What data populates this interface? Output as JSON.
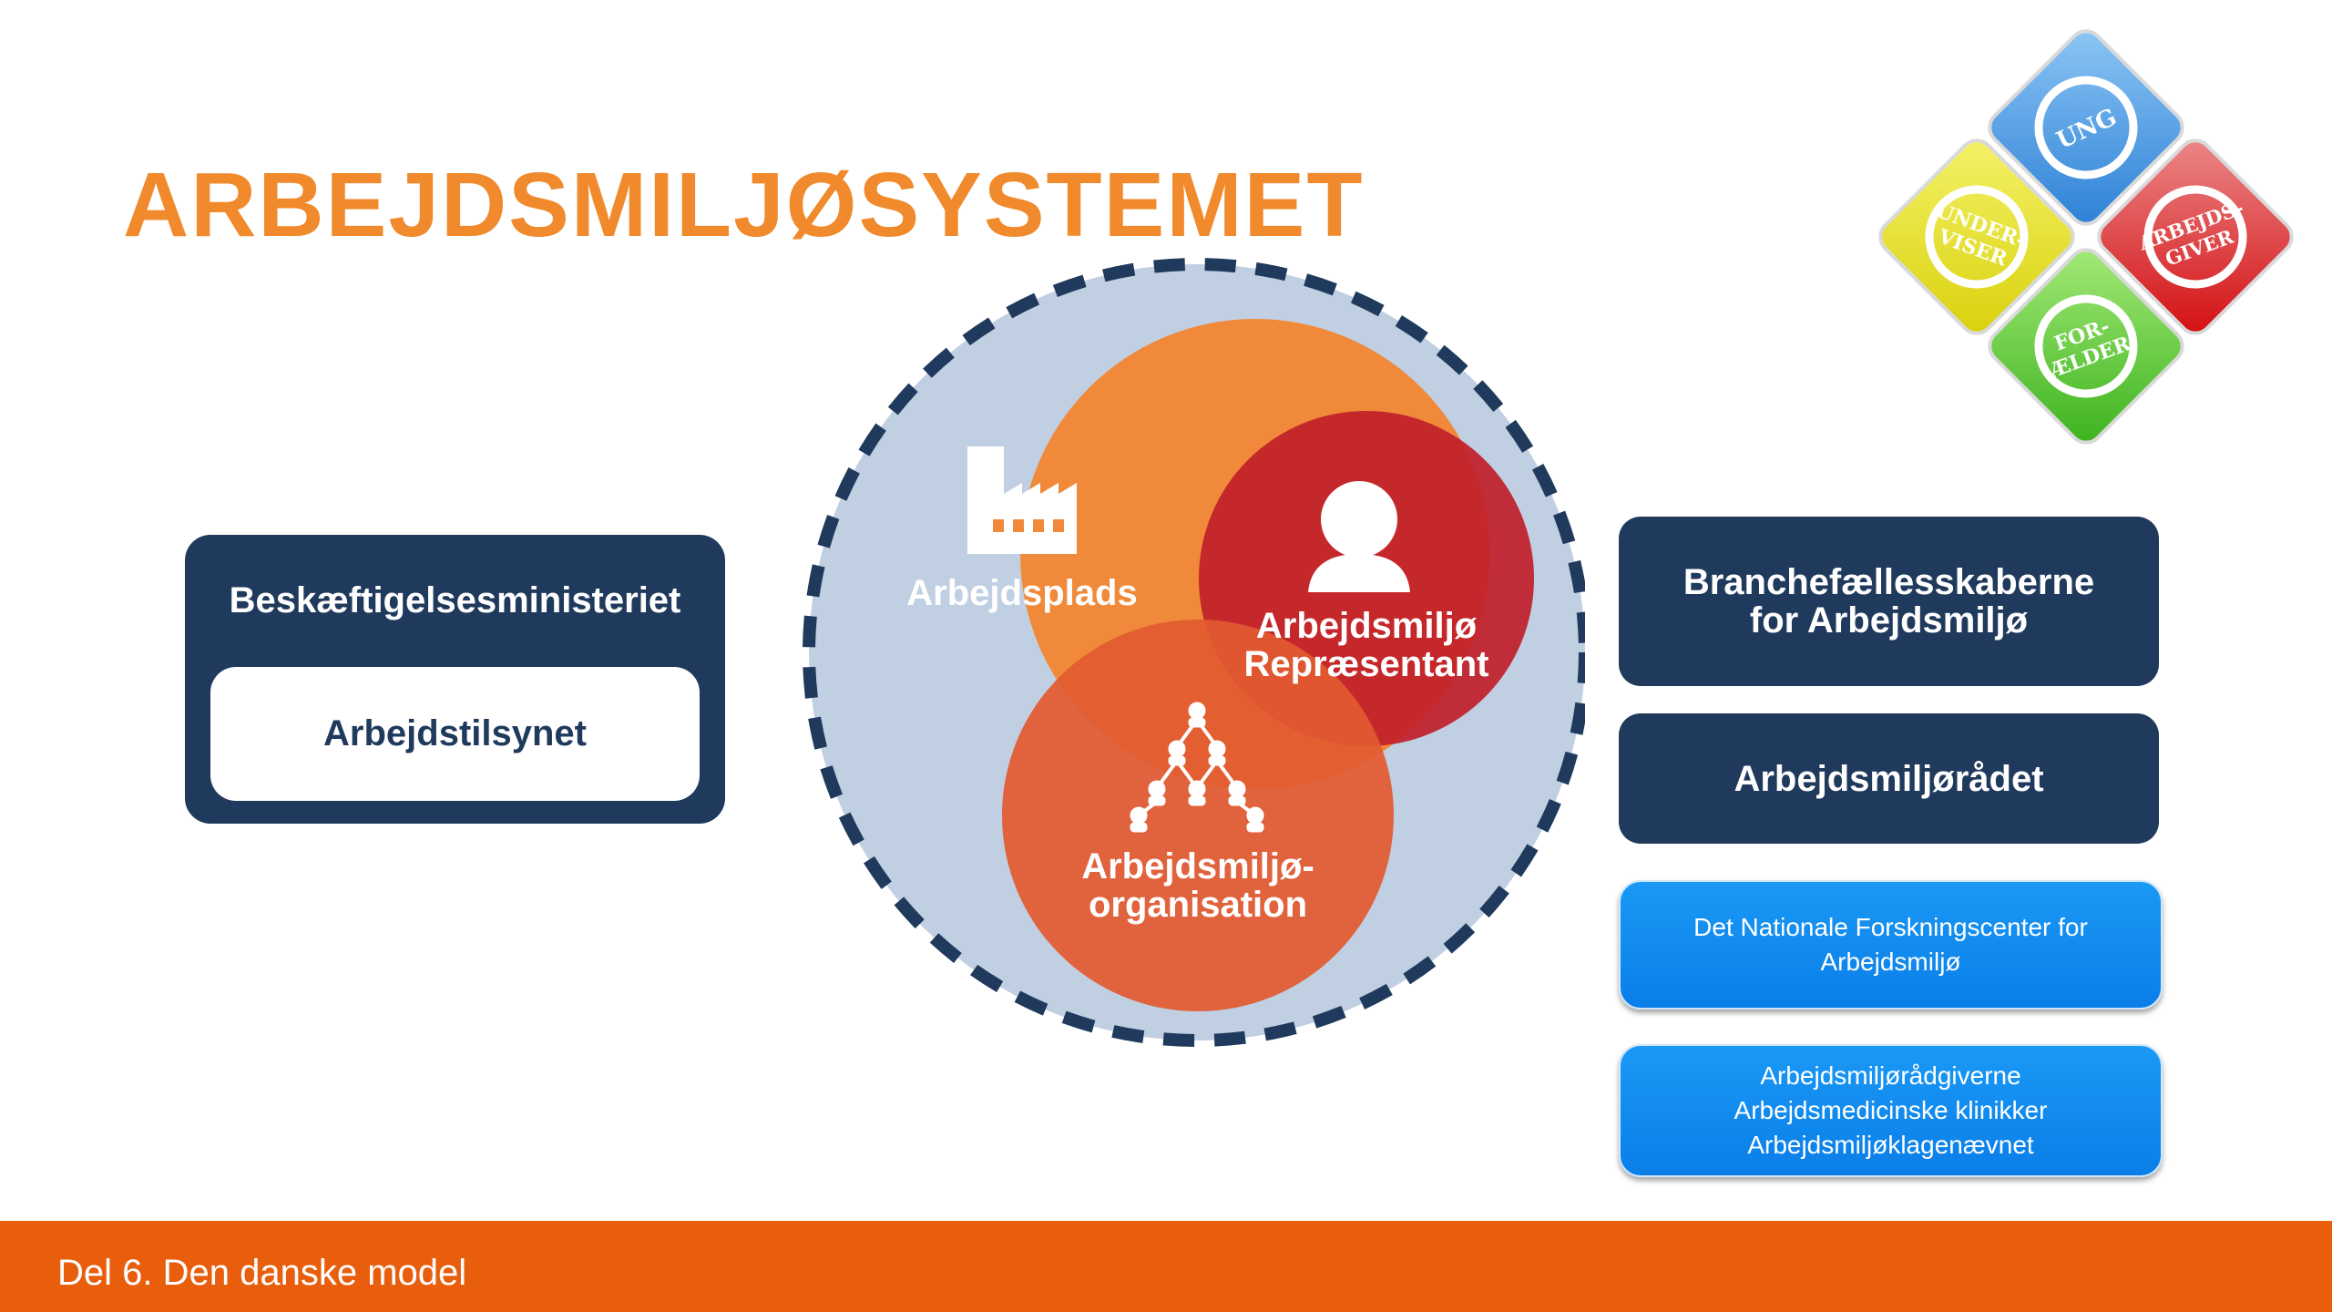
{
  "title": "ARBEJDSMILJØSYSTEMET",
  "colors": {
    "title": "#f08a2c",
    "navy": "#1f3a5c",
    "orange_circle": "#f08a3a",
    "red_circle": "#c0202a",
    "orange_red_circle": "#e25a30",
    "outer_circle": "#c1cfe2",
    "light_blue_box": "#1a8ff0",
    "footer": "#e85e0c"
  },
  "left": {
    "ministry": "Beskæftigelsesministeriet",
    "agency": "Arbejdstilsynet"
  },
  "circle": {
    "workplace": "Arbejdsplads",
    "rep_line1": "Arbejdsmiljø",
    "rep_line2": "Repræsentant",
    "org_line1": "Arbejdsmiljø-",
    "org_line2": "organisation",
    "icons": [
      "factory-icon",
      "person-icon",
      "hierarchy-icon"
    ]
  },
  "right": {
    "box1_line1": "Branchefællesskaberne",
    "box1_line2": "for Arbejdsmiljø",
    "box2": "Arbejdsmiljørådet",
    "box3_line1": "Det Nationale Forskningscenter for",
    "box3_line2": "Arbejdsmiljø",
    "box4_line1": "Arbejdsmiljørådgiverne",
    "box4_line2": "Arbejdsmedicinske klinikker",
    "box4_line3": "Arbejdsmiljøklagenævnet"
  },
  "logo": {
    "top": "UNG",
    "left_line1": "UNDER-",
    "left_line2": "VISER",
    "right_line1": "ARBEJDS-",
    "right_line2": "GIVER",
    "bottom_line1": "FOR-",
    "bottom_line2": "ÆLDER"
  },
  "footer": "Del 6. Den danske model"
}
